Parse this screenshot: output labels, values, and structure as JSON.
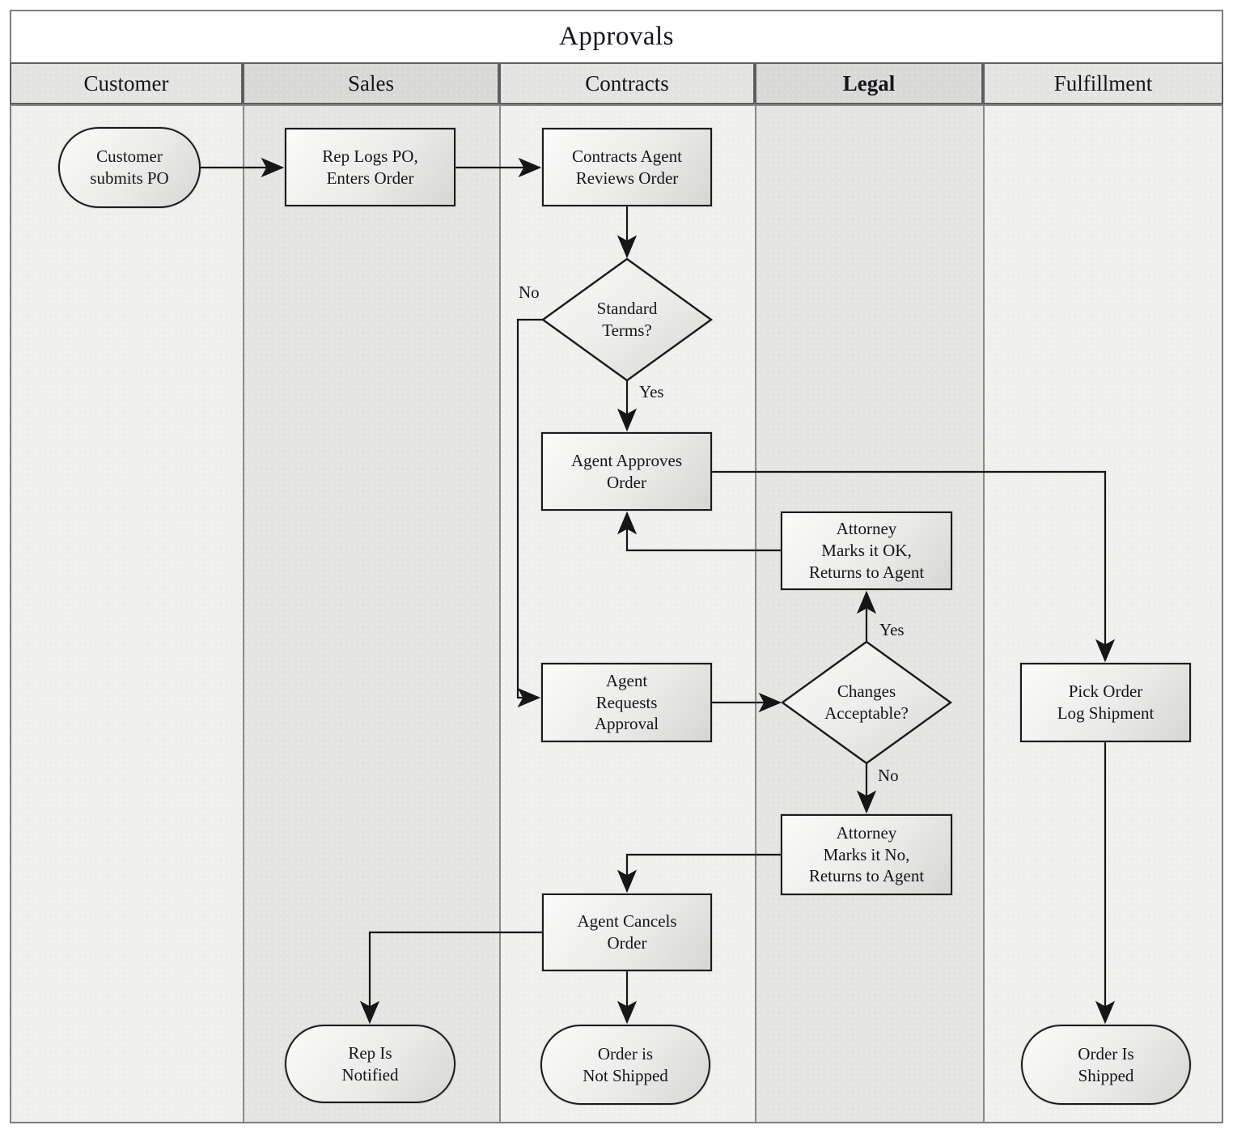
{
  "title": "Approvals",
  "lanes": {
    "customer": "Customer",
    "sales": "Sales",
    "contracts": "Contracts",
    "legal": "Legal",
    "fulfillment": "Fulfillment"
  },
  "nodes": {
    "customer_submits_po": "Customer\nsubmits PO",
    "rep_logs_po": "Rep Logs PO,\nEnters Order",
    "contracts_agent_reviews": "Contracts Agent\nReviews Order",
    "standard_terms": "Standard\nTerms?",
    "agent_approves": "Agent Approves\nOrder",
    "attorney_marks_ok": "Attorney\nMarks it OK,\nReturns to Agent",
    "agent_requests_approval": "Agent\nRequests\nApproval",
    "changes_acceptable": "Changes\nAcceptable?",
    "attorney_marks_no": "Attorney\nMarks it No,\nReturns to Agent",
    "agent_cancels": "Agent Cancels\nOrder",
    "rep_is_notified": "Rep Is\nNotified",
    "order_not_shipped": "Order is\nNot Shipped",
    "pick_order_log_shipment": "Pick Order\nLog Shipment",
    "order_is_shipped": "Order Is\nShipped"
  },
  "edge_labels": {
    "standard_terms_no": "No",
    "standard_terms_yes": "Yes",
    "changes_acceptable_yes": "Yes",
    "changes_acceptable_no": "No"
  },
  "colors": {
    "lane_light": "#efefee",
    "lane_dark": "#e4e4e2",
    "header_light": "#e3e3e1",
    "header_dark": "#d8d8d6",
    "shape_border": "#1b1b1b",
    "connector": "#161616",
    "frame_border": "#7c7c7c"
  }
}
